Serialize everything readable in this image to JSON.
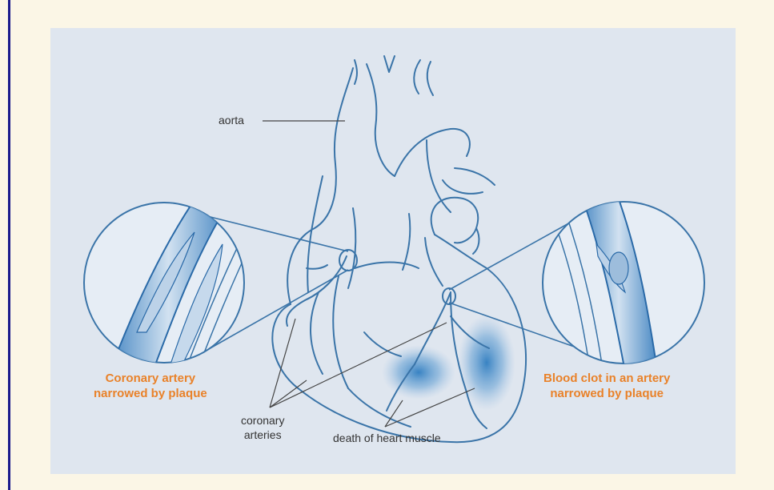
{
  "labels": {
    "aorta": "aorta",
    "coronary_arteries": [
      "coronary",
      "arteries"
    ],
    "death_of_heart_muscle": "death of heart muscle"
  },
  "captions": {
    "left": [
      "Coronary artery",
      "narrowed by plaque"
    ],
    "right": [
      "Blood clot in an artery",
      "narrowed by plaque"
    ]
  },
  "colors": {
    "line": "#3a74a8",
    "caption": "#e9822a",
    "panel": "#dfe6ef",
    "page": "#fbf6e6",
    "rule": "#1a1a8c"
  }
}
